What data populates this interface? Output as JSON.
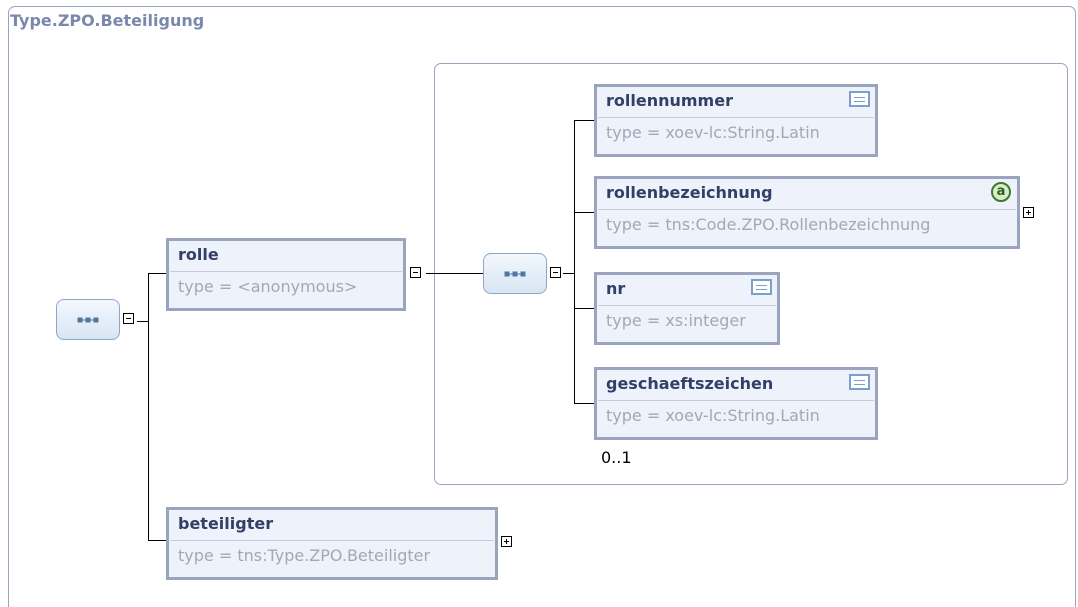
{
  "diagram": {
    "title": "Type.ZPO.Beteiligung",
    "elements": {
      "rolle": {
        "name": "rolle",
        "type": "type = <anonymous>"
      },
      "beteiligter": {
        "name": "beteiligter",
        "type": "type = tns:Type.ZPO.Beteiligter"
      },
      "rollennummer": {
        "name": "rollennummer",
        "type": "type = xoev-lc:String.Latin",
        "icon": "documentation-icon"
      },
      "rollenbezeichnung": {
        "name": "rollenbezeichnung",
        "type": "type = tns:Code.ZPO.Rollenbezeichnung",
        "icon": "attribute-icon",
        "icon_text": "a"
      },
      "nr": {
        "name": "nr",
        "type": "type = xs:integer",
        "icon": "documentation-icon"
      },
      "geschaeftszeichen": {
        "name": "geschaeftszeichen",
        "type": "type = xoev-lc:String.Latin",
        "icon": "documentation-icon",
        "occurrence": "0..1"
      }
    },
    "colors": {
      "border": "#9aa4be",
      "box_fill": "#eef2fa",
      "name_text": "#323f66",
      "type_text": "#a3a8b6",
      "title_text": "#7b88ab"
    }
  }
}
